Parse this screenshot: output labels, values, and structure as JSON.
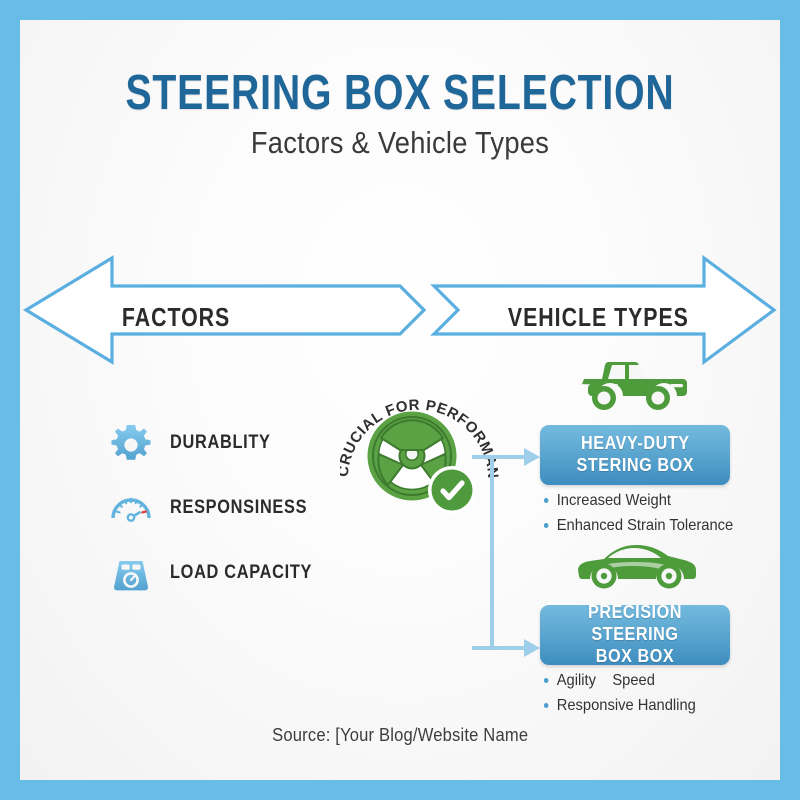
{
  "theme": {
    "border_color": "#68bce6",
    "title_color": "#1f6699",
    "accent_blue": "#4d9fcf",
    "card_gradient_top": "#74bade",
    "card_gradient_bottom": "#3e8dc0",
    "vehicle_green": "#4e9b3c",
    "text_dark": "#2b2b2b"
  },
  "header": {
    "title": "STEERING BOX SELECTION",
    "subtitle": "Factors & Vehicle Types"
  },
  "arrows": {
    "left_label": "FACTORS",
    "right_label": "VEHICLE TYPES"
  },
  "factors": {
    "items": [
      {
        "label": "DURABLITY",
        "icon": "gear-icon"
      },
      {
        "label": "RESPONSINESS",
        "icon": "speedometer-icon"
      },
      {
        "label": "LOAD CAPACITY",
        "icon": "load-scale-icon"
      }
    ]
  },
  "badge": {
    "arc_text": "CRUCIAL FOR PERFORMANCE",
    "icon": "steering-wheel-check-icon"
  },
  "vehicles": {
    "cards": [
      {
        "icon": "pickup-truck-icon",
        "title": "HEAVY-DUTY\nSTERING BOX",
        "bullets": [
          "Increased Weight",
          "Enhanced Strain Tolerance"
        ]
      },
      {
        "icon": "sports-car-icon",
        "title": "PRECISION STEERING\nBOX BOX",
        "bullets": [
          "Agility    Speed",
          "Responsive Handling"
        ]
      }
    ]
  },
  "footer": {
    "source": "Source: [Your Blog/Website Name"
  }
}
